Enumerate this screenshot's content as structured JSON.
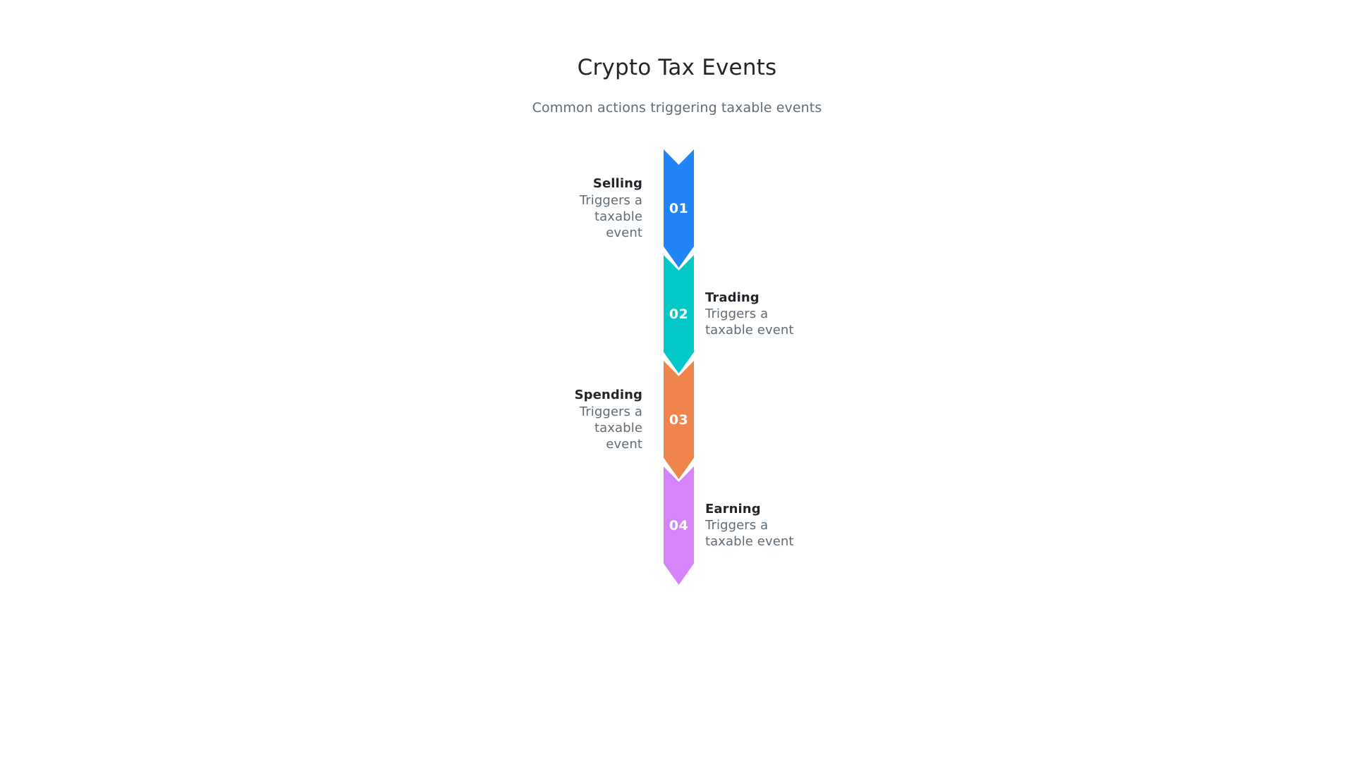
{
  "header": {
    "title": "Crypto Tax Events",
    "subtitle": "Common actions triggering taxable events"
  },
  "colors": {
    "background": "#ffffff",
    "title_text": "#22262b",
    "subtitle_text": "#5f6b75",
    "step_title_text": "#22262b",
    "step_desc_text": "#5f6b75",
    "number_text": "#ffffff"
  },
  "chart_data": {
    "type": "funnel",
    "title": "Crypto Tax Events",
    "subtitle": "Common actions triggering taxable events",
    "orientation": "vertical",
    "shape": "chevron",
    "step_count": 4,
    "steps": [
      {
        "number": "01",
        "title": "Selling",
        "description_line1": "Triggers a",
        "description_line2": "taxable event",
        "description": "Triggers a taxable event",
        "color": "#2185f5",
        "label_side": "left"
      },
      {
        "number": "02",
        "title": "Trading",
        "description_line1": "Triggers a",
        "description_line2": "taxable event",
        "description": "Triggers a taxable event",
        "color": "#04c8c8",
        "label_side": "right"
      },
      {
        "number": "03",
        "title": "Spending",
        "description_line1": "Triggers a",
        "description_line2": "taxable event",
        "description": "Triggers a taxable event",
        "color": "#ef854d",
        "label_side": "left"
      },
      {
        "number": "04",
        "title": "Earning",
        "description_line1": "Triggers a",
        "description_line2": "taxable event",
        "description": "Triggers a taxable event",
        "color": "#d684fb",
        "label_side": "right"
      }
    ]
  }
}
